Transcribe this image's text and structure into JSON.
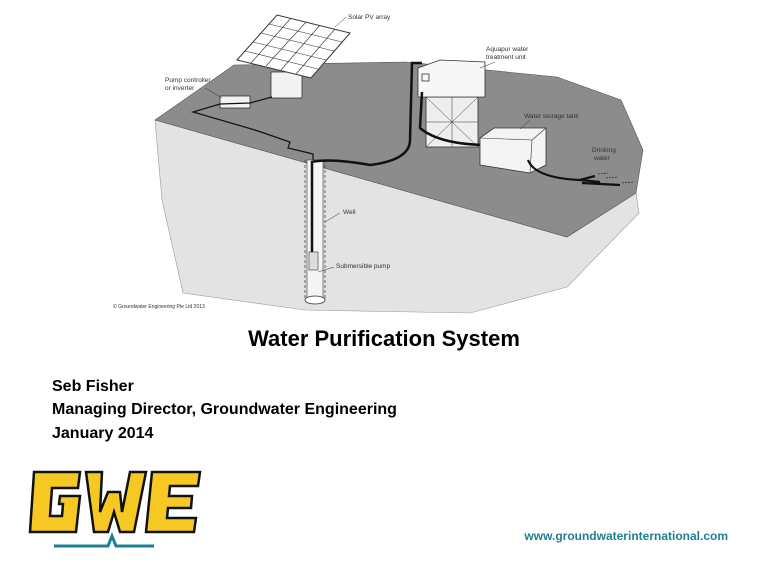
{
  "diagram": {
    "labels": {
      "solar": "Solar PV array",
      "pump_controller_1": "Pump controller",
      "pump_controller_2": "or inverter",
      "treatment_1": "Aquapur water",
      "treatment_2": "treatment unit",
      "storage": "Water storage tank",
      "drinking_1": "Drinking",
      "drinking_2": "water",
      "well": "Well",
      "pump": "Submersible pump",
      "copyright": "© Groundwater Engineering Pte Ltd 2013"
    }
  },
  "slide": {
    "title": "Water Purification System",
    "presenter": "Seb Fisher",
    "role": "Managing Director, Groundwater Engineering",
    "date": "January 2014",
    "logo_text": "GWE",
    "url": "www.groundwaterinternational.com"
  },
  "colors": {
    "logo_yellow": "#f5c823",
    "accent_teal": "#1f7f92"
  }
}
